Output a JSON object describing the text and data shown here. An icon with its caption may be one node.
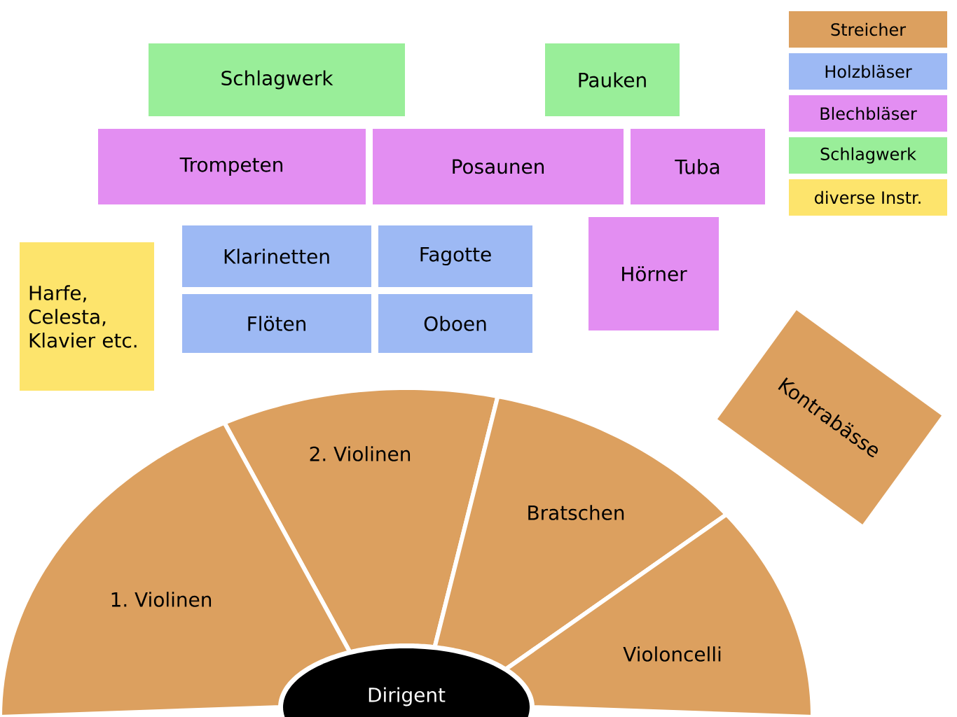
{
  "diagram": {
    "nodes": [
      {
        "text": [
          "Schlagwerk"
        ]
      },
      {
        "text": [
          "Pauken"
        ]
      },
      {
        "text": [
          "Trompeten"
        ]
      },
      {
        "text": [
          "Posaunen"
        ]
      },
      {
        "text": [
          "Tuba"
        ]
      },
      {
        "text": [
          "Hörner"
        ]
      },
      {
        "text": [
          "Klarinetten"
        ]
      },
      {
        "text": [
          "Fagotte"
        ]
      },
      {
        "text": [
          "Harfe, Celesta, Klavier etc."
        ]
      },
      {
        "text": [
          "Flöten"
        ]
      },
      {
        "text": [
          "Oboen"
        ]
      },
      {
        "text": [
          "Kontrabässe"
        ]
      },
      {
        "text": [
          "2. Violinen"
        ]
      },
      {
        "text": [
          "Bratschen"
        ]
      },
      {
        "text": [
          "1. Violinen"
        ]
      },
      {
        "text": [
          "Violoncelli"
        ]
      },
      {
        "text": [
          "Dirigent"
        ]
      }
    ],
    "legend": [
      {
        "text": "Streicher",
        "color": "#dca05f"
      },
      {
        "text": "Holzbläser",
        "color": "#9db9f4"
      },
      {
        "text": "Blechbläser",
        "color": "#e38ef2"
      },
      {
        "text": "Schlagwerk",
        "color": "#99ee99"
      },
      {
        "text": "diverse Instr.",
        "color": "#fde46c"
      }
    ]
  }
}
